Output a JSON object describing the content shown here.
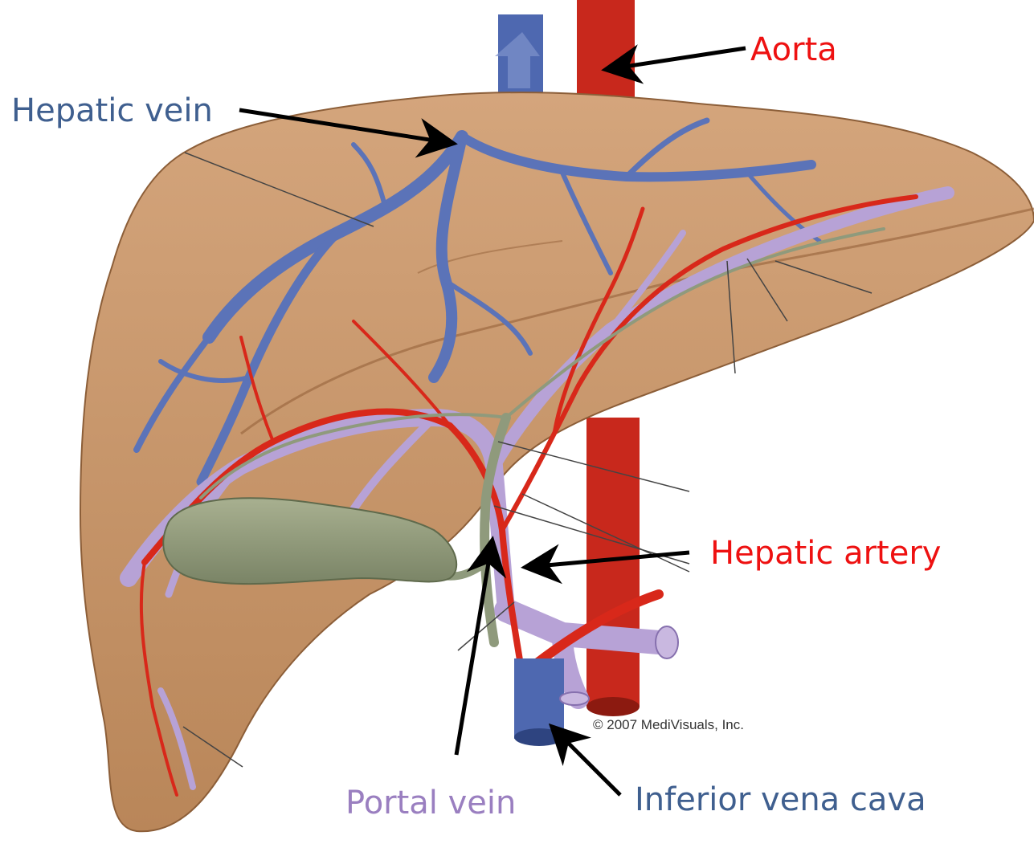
{
  "labels": {
    "aorta": "Aorta",
    "hepatic_vein": "Hepatic vein",
    "hepatic_artery": "Hepatic artery",
    "portal_vein": "Portal vein",
    "inferior_vena_cava": "Inferior vena cava"
  },
  "credit": "© 2007 MediVisuals, Inc.",
  "colors": {
    "liver": "#c8976a",
    "liver_shadow": "#a8774e",
    "hepatic_vein": "#5b73b8",
    "artery": "#d8281a",
    "portal_vein": "#b7a2d6",
    "bile_duct": "#8f9a7c",
    "gallbladder": "#8e9878",
    "label_red": "#ee1111",
    "label_blue": "#3f5f8f",
    "label_purple": "#9a7fc0"
  }
}
